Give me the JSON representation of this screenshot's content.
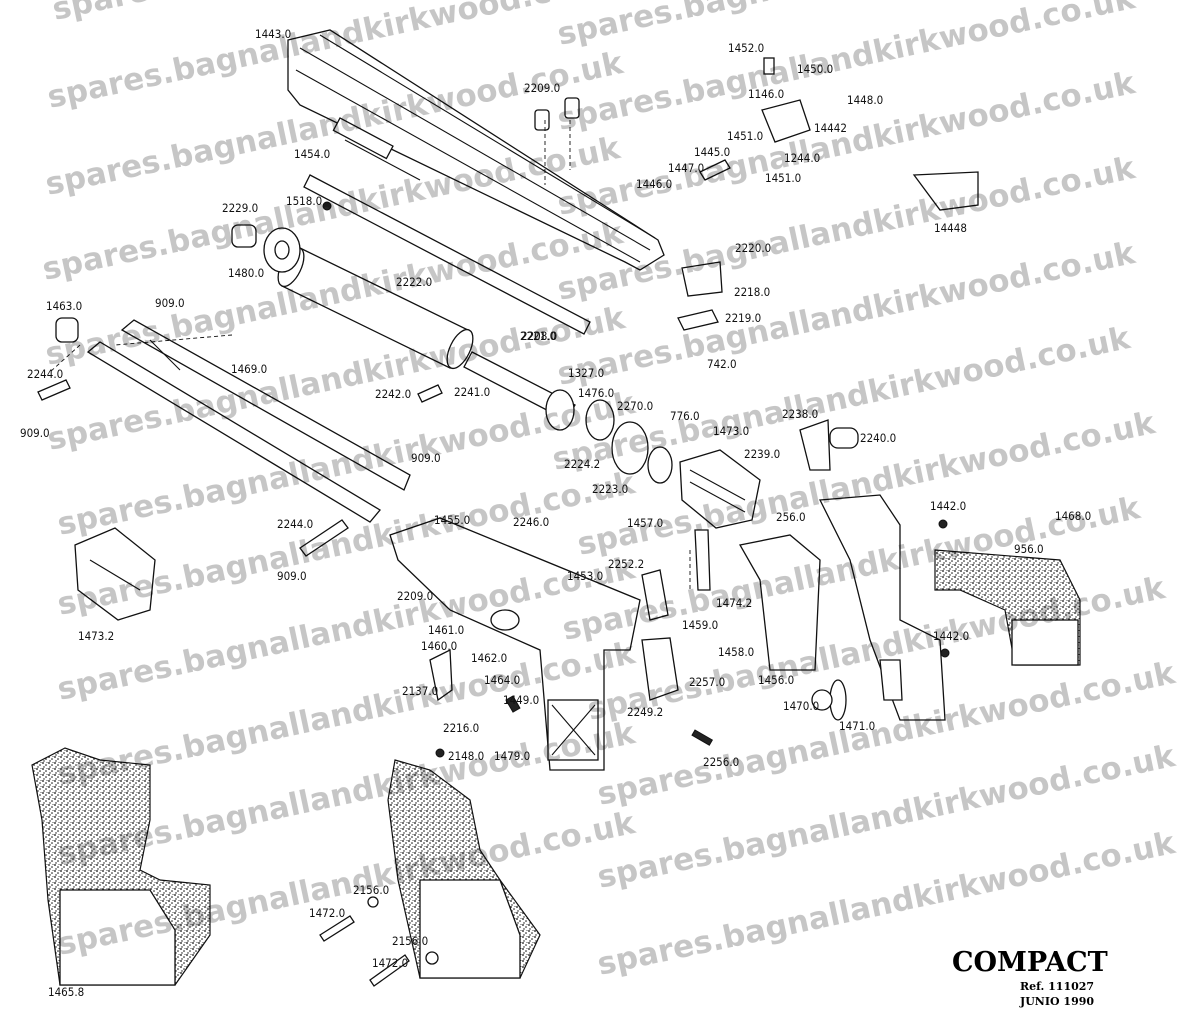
{
  "title": "COMPACT",
  "reference": "Ref. 111027",
  "date": "JUNIO 1990",
  "watermark": "spares.bagnallandkirkwood.co.uk",
  "part_labels": [
    "1443.0",
    "2209.0",
    "1452.0",
    "1450.0",
    "1146.0",
    "1448.0",
    "14442",
    "1454.0",
    "1445.0",
    "1451.0",
    "1244.0",
    "1447.0",
    "1446.0",
    "1451.0",
    "1518.0",
    "2229.0",
    "14448",
    "1480.0",
    "2222.0",
    "2220.0",
    "2218.0",
    "1463.0",
    "909.0",
    "2221.0",
    "2219.0",
    "2208.0",
    "1327.0",
    "742.0",
    "2244.0",
    "1469.0",
    "2242.0",
    "2241.0",
    "1476.0",
    "909.0",
    "2270.0",
    "776.0",
    "2238.0",
    "1473.0",
    "2240.0",
    "2224.2",
    "2239.0",
    "2223.0",
    "909.0",
    "1455.0",
    "2246.0",
    "1457.0",
    "256.0",
    "1442.0",
    "1468.0",
    "2244.0",
    "2252.2",
    "1453.0",
    "956.0",
    "1473.2",
    "909.0",
    "2209.0",
    "1474.2",
    "1461.0",
    "1459.0",
    "1460.0",
    "1462.0",
    "1458.0",
    "1442.0",
    "2257.0",
    "1464.0",
    "1456.0",
    "2137.0",
    "1449.0",
    "2249.2",
    "1470.0",
    "1471.0",
    "2216.0",
    "2148.0",
    "1479.0",
    "2256.0",
    "2156.0",
    "1472.0",
    "2156.0",
    "1472.0",
    "1465.8"
  ]
}
